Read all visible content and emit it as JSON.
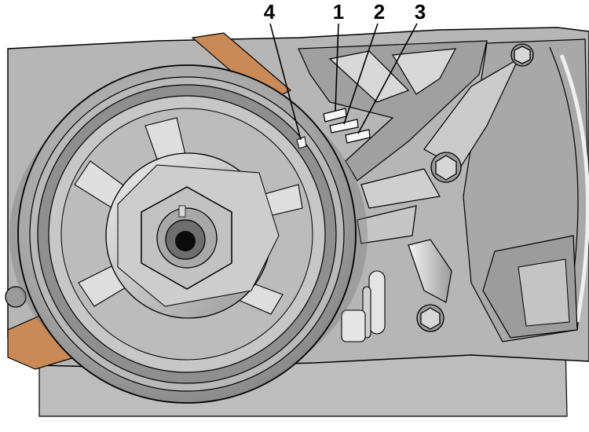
{
  "callouts": [
    {
      "label": "1"
    },
    {
      "label": "2"
    },
    {
      "label": "3"
    },
    {
      "label": "4"
    }
  ],
  "colors": {
    "casting": "#b4b4b4",
    "casting_dark": "#8e8e8e",
    "belt": "#c98a57",
    "pulley": "#a9a9a9",
    "outline": "#000000"
  }
}
